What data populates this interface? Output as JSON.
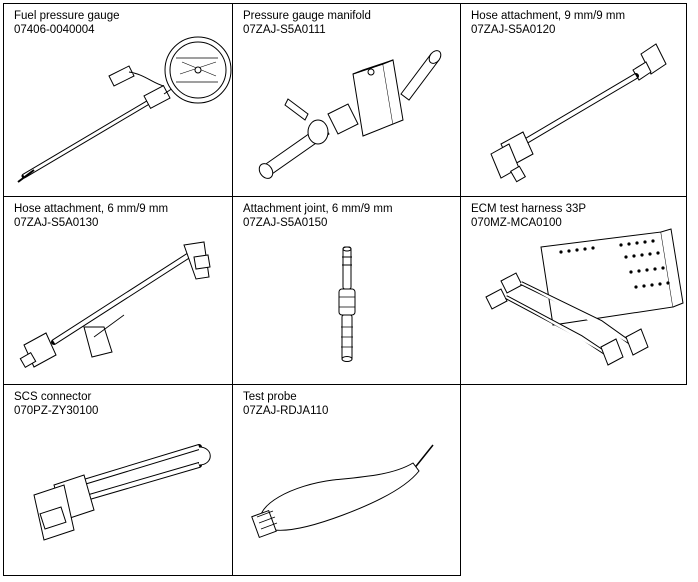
{
  "tools": [
    {
      "name": "Fuel pressure gauge",
      "code": "07406-0040004",
      "illustration": "fuel-pressure-gauge"
    },
    {
      "name": "Pressure gauge manifold",
      "code": "07ZAJ-S5A0111",
      "illustration": "pressure-gauge-manifold"
    },
    {
      "name": "Hose attachment, 9 mm/9 mm",
      "code": "07ZAJ-S5A0120",
      "illustration": "hose-attachment-9mm"
    },
    {
      "name": "Hose attachment, 6 mm/9 mm",
      "code": "07ZAJ-S5A0130",
      "illustration": "hose-attachment-6mm"
    },
    {
      "name": "Attachment joint, 6 mm/9 mm",
      "code": "07ZAJ-S5A0150",
      "illustration": "attachment-joint"
    },
    {
      "name": "ECM test harness 33P",
      "code": "070MZ-MCA0100",
      "illustration": "ecm-test-harness"
    },
    {
      "name": "SCS connector",
      "code": "070PZ-ZY30100",
      "illustration": "scs-connector"
    },
    {
      "name": "Test probe",
      "code": "07ZAJ-RDJA110",
      "illustration": "test-probe"
    }
  ]
}
